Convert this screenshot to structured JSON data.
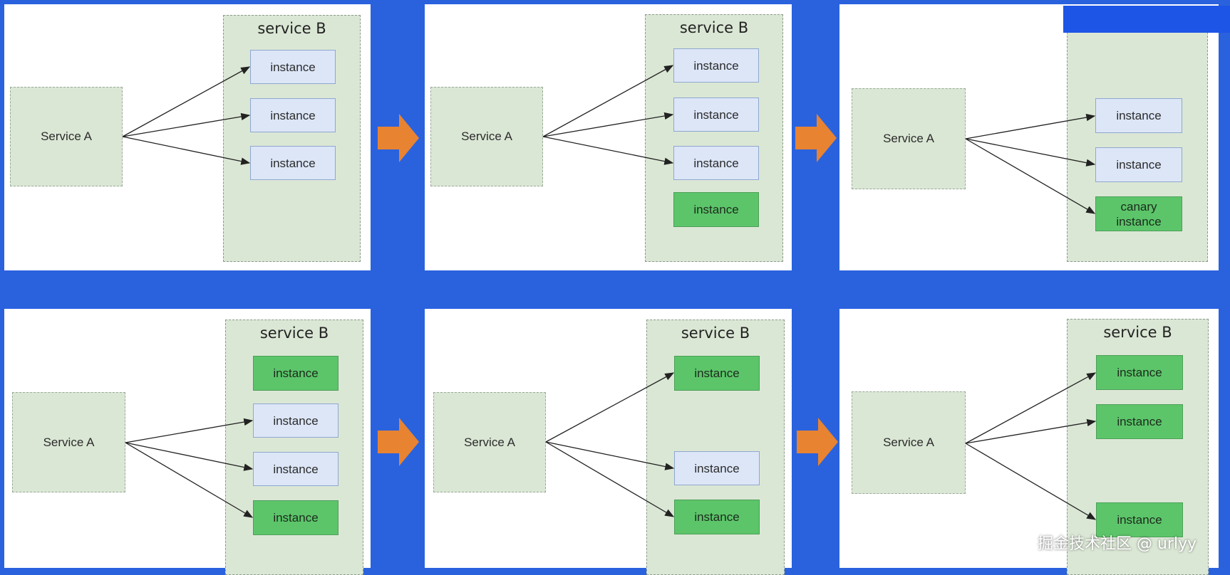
{
  "labels": {
    "service_a": "Service A",
    "service_b": "service B",
    "instance": "instance",
    "canary_line1": "canary",
    "canary_line2": "instance"
  },
  "watermark": "掘金技术社区 @ urlyy",
  "colors": {
    "background": "#2a62de",
    "old_instance": "#dce6f7",
    "new_instance": "#5cc56a",
    "service_box": "#dbe7d5",
    "step_arrow": "#e88331"
  },
  "panels": [
    {
      "id": "step-1",
      "instances": [
        "old",
        "old",
        "old"
      ]
    },
    {
      "id": "step-2",
      "instances": [
        "old",
        "old",
        "old",
        "new"
      ]
    },
    {
      "id": "step-3",
      "instances": [
        "old",
        "old",
        "canary"
      ]
    },
    {
      "id": "step-4",
      "instances": [
        "new",
        "old",
        "old",
        "new"
      ]
    },
    {
      "id": "step-5",
      "instances": [
        "new",
        "old",
        "new"
      ]
    },
    {
      "id": "step-6",
      "instances": [
        "new",
        "new",
        "new"
      ]
    }
  ]
}
